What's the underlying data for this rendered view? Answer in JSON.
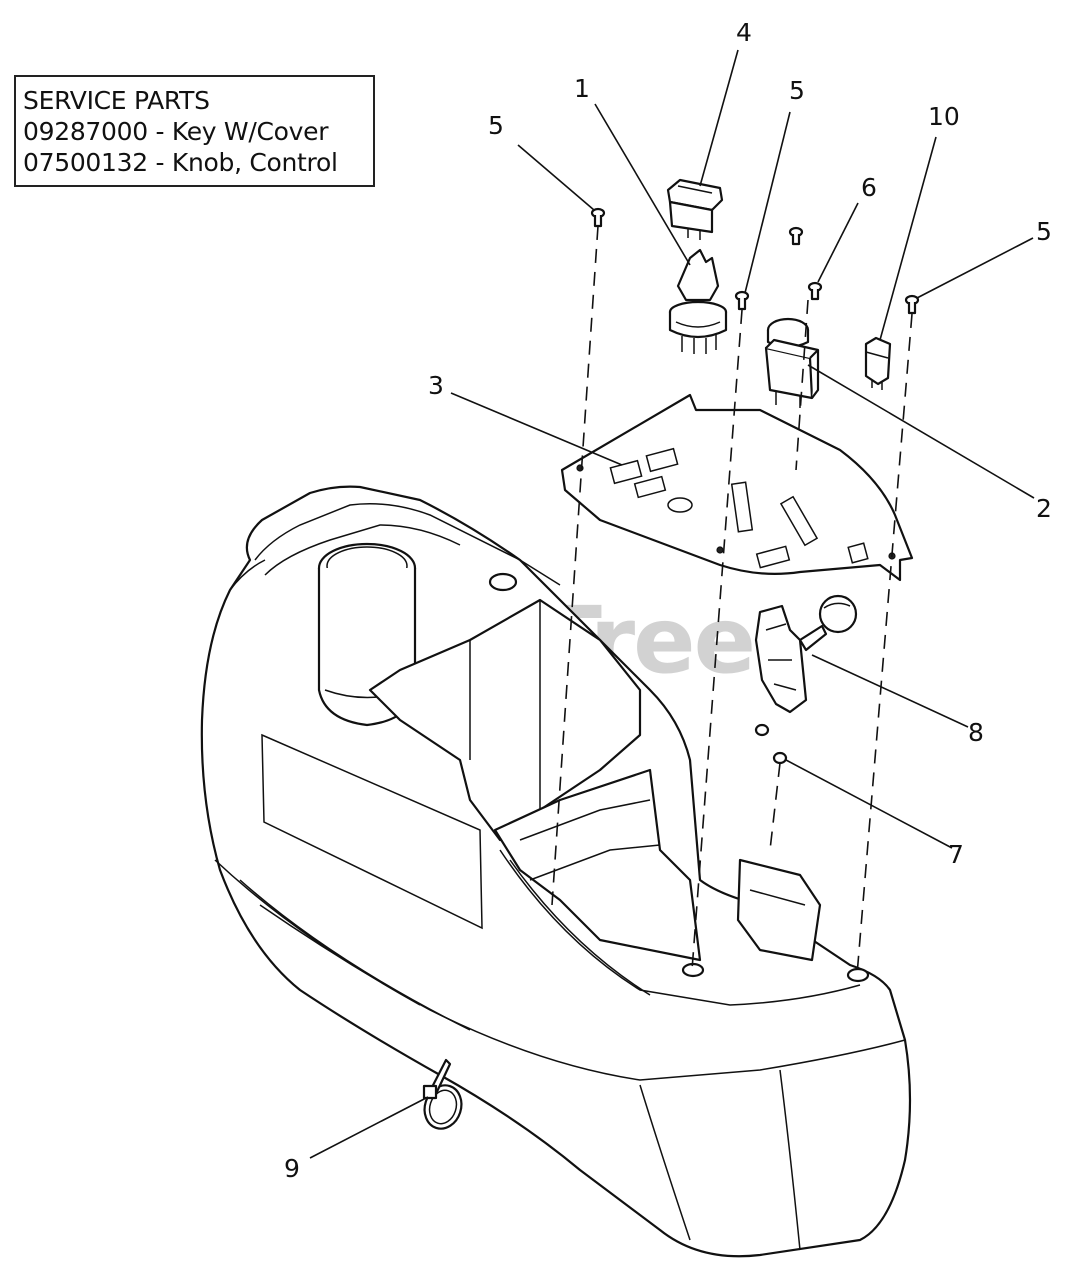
{
  "service_parts": {
    "title": "SERVICE PARTS",
    "items": [
      "09287000 - Key W/Cover",
      "07500132 - Knob, Control"
    ]
  },
  "watermark": "PartsTree",
  "callouts": {
    "c1": "1",
    "c2": "2",
    "c3": "3",
    "c4": "4",
    "c5a": "5",
    "c5b": "5",
    "c5c": "5",
    "c6": "6",
    "c7": "7",
    "c8": "8",
    "c9": "9",
    "c10": "10"
  }
}
